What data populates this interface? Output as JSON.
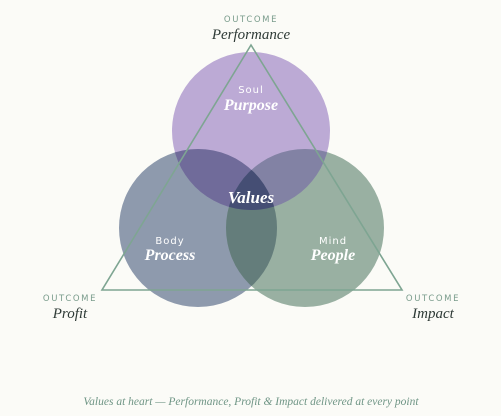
{
  "outcomes": {
    "top": {
      "eyebrow": "OUTCOME",
      "name": "Performance"
    },
    "left": {
      "eyebrow": "OUTCOME",
      "name": "Profit"
    },
    "right": {
      "eyebrow": "OUTCOME",
      "name": "Impact"
    }
  },
  "circles": {
    "soul": {
      "label": "Soul",
      "name": "Purpose",
      "color": "#a48bc7"
    },
    "body": {
      "label": "Body",
      "name": "Process",
      "color": "#6f7f99"
    },
    "mind": {
      "label": "Mind",
      "name": "People",
      "color": "#7d9b8a"
    }
  },
  "center": {
    "name": "Values",
    "color": "#3e4670"
  },
  "triangle": {
    "color": "#7ea592"
  },
  "caption": "Values at heart — Performance, Profit & Impact delivered at every point"
}
